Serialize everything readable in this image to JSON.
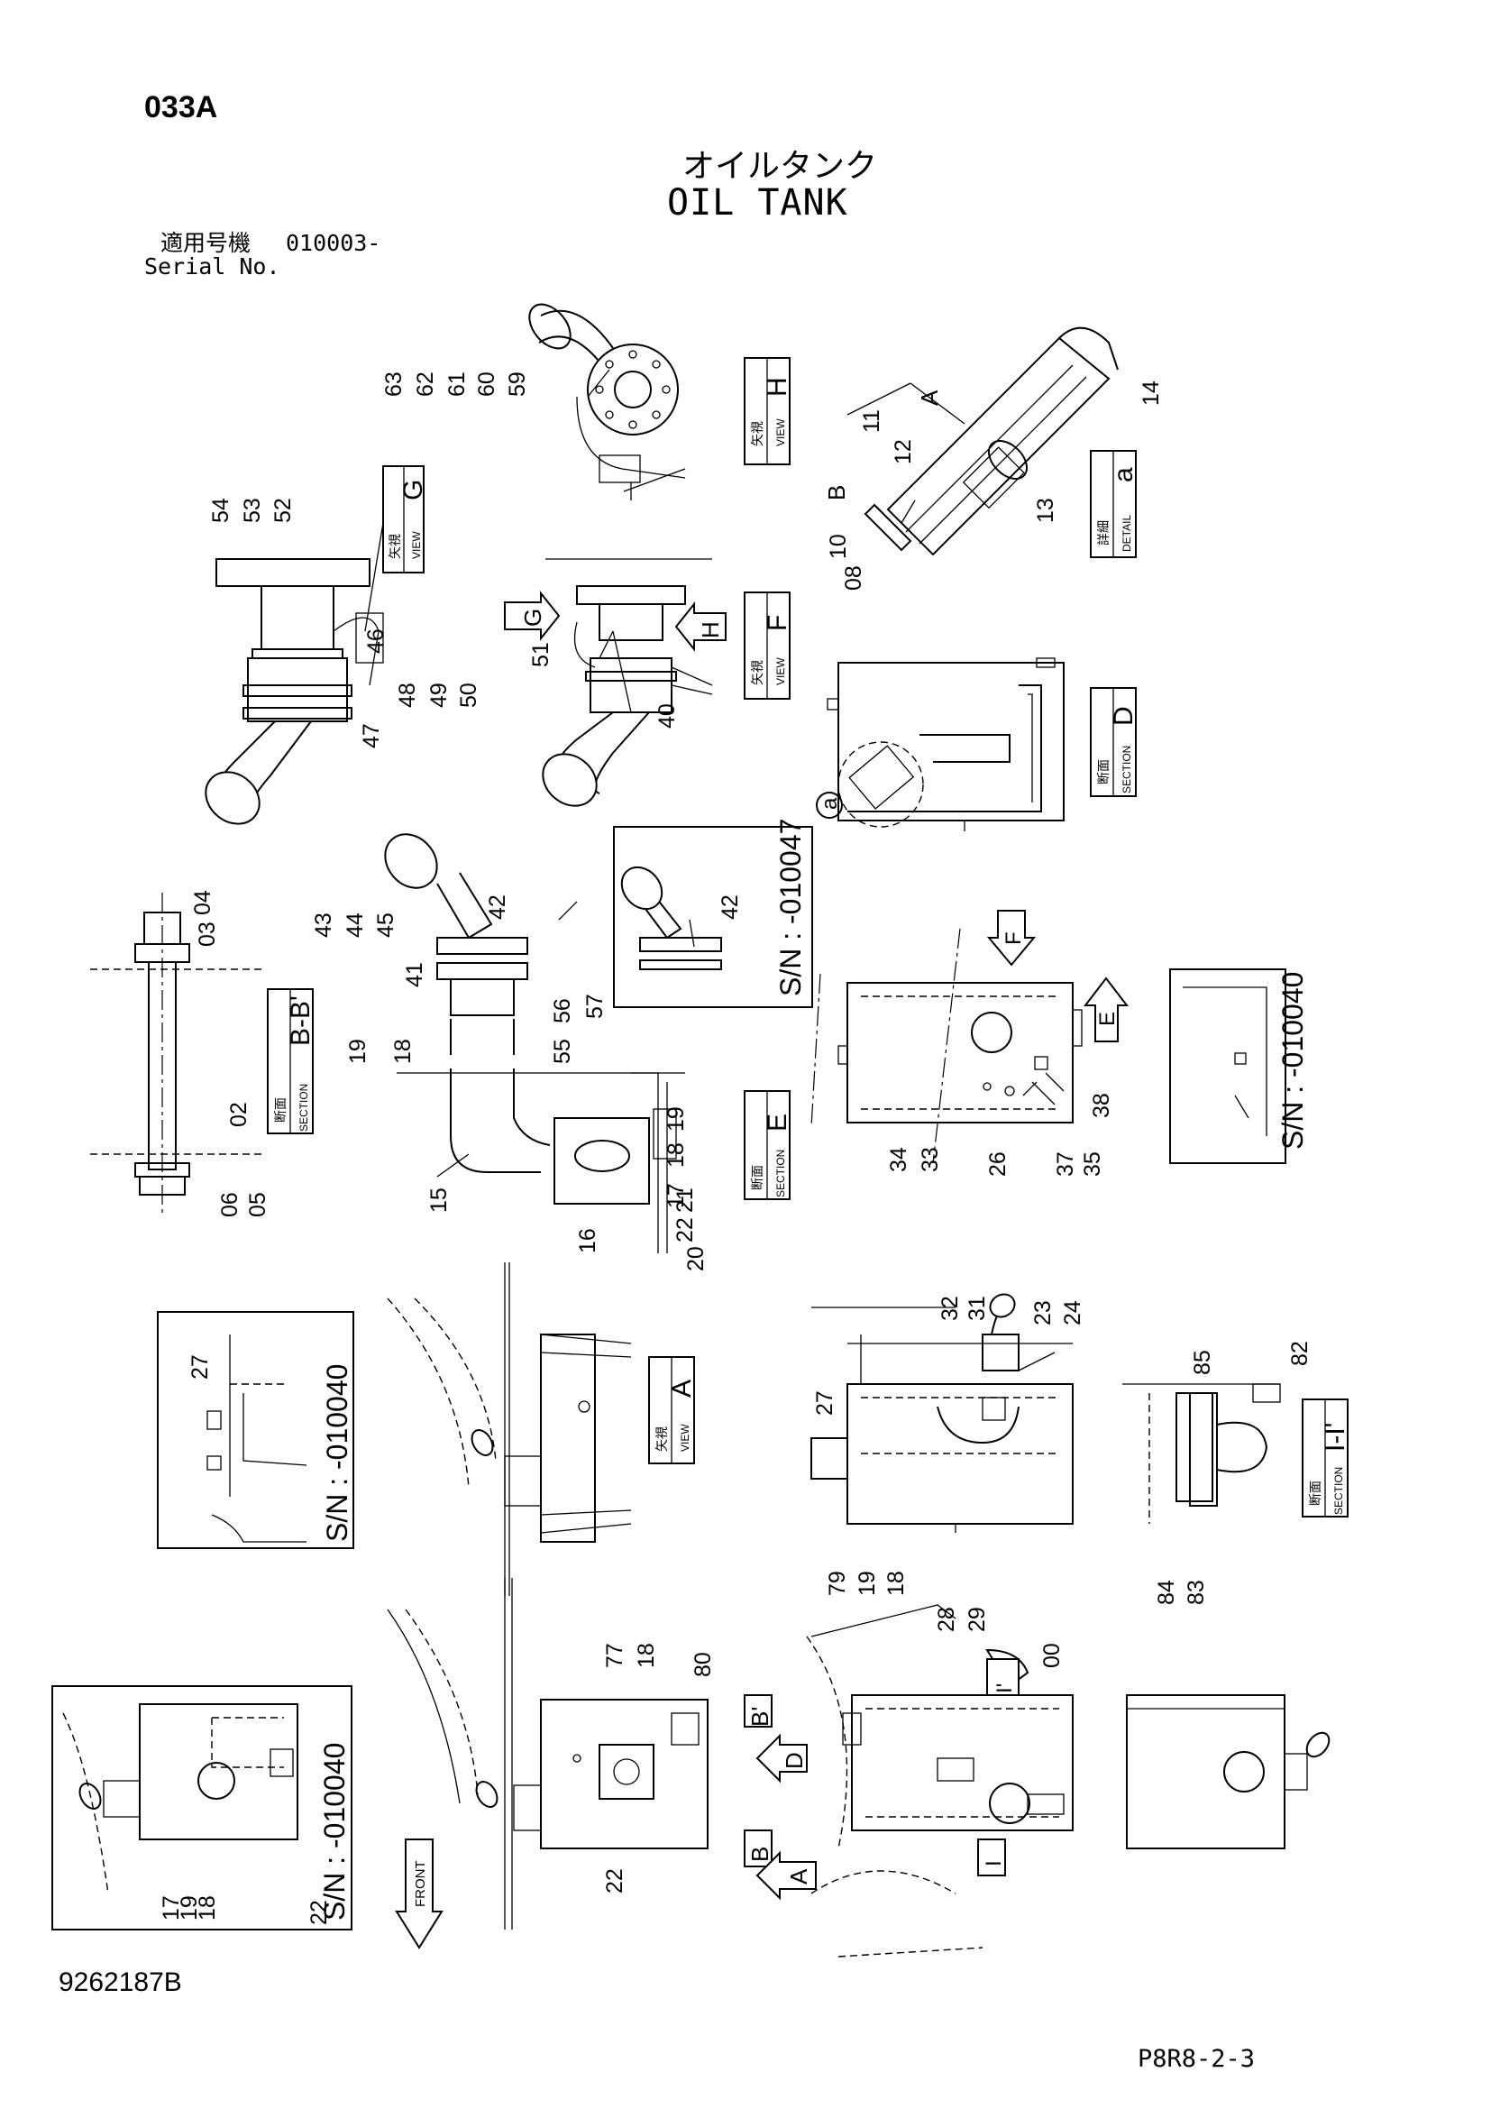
{
  "header": {
    "page_code": "033A",
    "title_jp": "オイルタンク",
    "title_en": "OIL TANK",
    "serial_label_jp": "適用号機",
    "serial_range": "010003-",
    "serial_label_en": "Serial No."
  },
  "footer": {
    "drawing_number": "9262187B",
    "page_ref": "P8R8-2-3"
  },
  "view_boxes": [
    {
      "id": "view-h",
      "jp": "矢視",
      "en": "VIEW",
      "letter": "H"
    },
    {
      "id": "view-g",
      "jp": "矢視",
      "en": "VIEW",
      "letter": "G"
    },
    {
      "id": "view-f",
      "jp": "矢視",
      "en": "VIEW",
      "letter": "F"
    },
    {
      "id": "detail-a",
      "jp": "詳細",
      "en": "DETAIL",
      "letter": "a"
    },
    {
      "id": "section-d",
      "jp": "断面",
      "en": "SECTION",
      "letter": "D"
    },
    {
      "id": "section-bb",
      "jp": "断面",
      "en": "SECTION",
      "letter": "B-B'"
    },
    {
      "id": "section-e",
      "jp": "断面",
      "en": "SECTION",
      "letter": "E"
    },
    {
      "id": "view-a",
      "jp": "矢視",
      "en": "VIEW",
      "letter": "A"
    },
    {
      "id": "section-ii",
      "jp": "断面",
      "en": "SECTION",
      "letter": "I-I'"
    }
  ],
  "serial_notes": [
    {
      "id": "sn-010047",
      "text": "S/N : -010047"
    },
    {
      "id": "sn-010040-a",
      "text": "S/N : -010040"
    },
    {
      "id": "sn-010040-b",
      "text": "S/N : -010040"
    },
    {
      "id": "sn-010040-c",
      "text": "S/N : -010040"
    }
  ],
  "arrow_markers": [
    {
      "id": "g",
      "letter": "G"
    },
    {
      "id": "h",
      "letter": "H"
    },
    {
      "id": "f",
      "letter": "F"
    },
    {
      "id": "e",
      "letter": "E"
    },
    {
      "id": "b-prime",
      "letter": "B'"
    },
    {
      "id": "d",
      "letter": "D"
    },
    {
      "id": "b",
      "letter": "B"
    },
    {
      "id": "a",
      "letter": "A"
    },
    {
      "id": "i-prime",
      "letter": "I'"
    },
    {
      "id": "i",
      "letter": "I"
    },
    {
      "id": "front",
      "letter": "FRONT"
    }
  ],
  "detail_callouts": [
    {
      "id": "a-circle",
      "letter": "a"
    },
    {
      "id": "a-leader",
      "letter": "A"
    },
    {
      "id": "b-leader",
      "letter": "B"
    }
  ],
  "part_labels": {
    "view_h": [
      "63",
      "62",
      "61",
      "60",
      "59"
    ],
    "view_g": [
      "54",
      "53",
      "52",
      "46",
      "47",
      "48",
      "49",
      "50"
    ],
    "view_f": [
      "51",
      "40"
    ],
    "detail_a": [
      "11",
      "12",
      "14",
      "10",
      "13",
      "08"
    ],
    "pipe": [
      "43",
      "44",
      "45",
      "42",
      "41",
      "56",
      "57",
      "55",
      "19",
      "18",
      "19",
      "17",
      "18",
      "15",
      "16",
      "20",
      "21",
      "22"
    ],
    "sn_010047": [
      "42"
    ],
    "section_bb": [
      "04",
      "03",
      "02",
      "05",
      "06"
    ],
    "tank_e": [
      "38",
      "34",
      "33",
      "26",
      "37",
      "35"
    ],
    "view_a_inset": [
      "27"
    ],
    "tank_mid": [
      "32",
      "31",
      "23",
      "24",
      "27",
      "79",
      "19",
      "18"
    ],
    "section_ii": [
      "85",
      "82",
      "84",
      "83"
    ],
    "bottom_left": [
      "17",
      "19",
      "18",
      "22"
    ],
    "bottom_mid": [
      "77",
      "18",
      "80",
      "22"
    ],
    "bottom_right": [
      "28",
      "29",
      "00"
    ]
  }
}
